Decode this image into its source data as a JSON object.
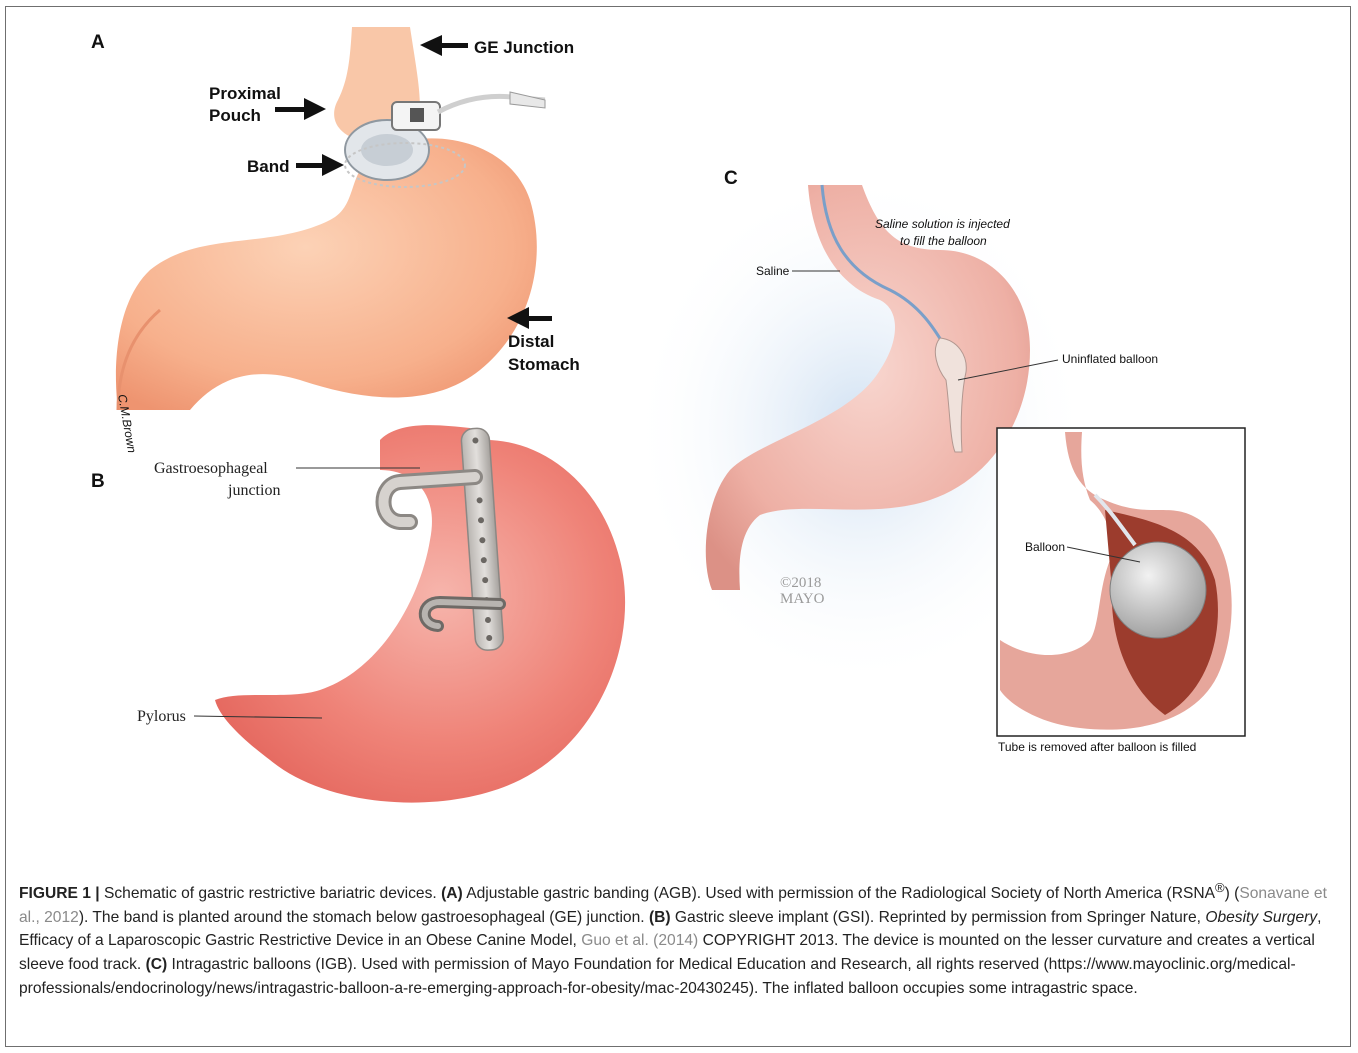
{
  "panels": {
    "a": {
      "letter": "A",
      "ge_junction": "GE Junction",
      "proximal_pouch": [
        "Proximal",
        "Pouch"
      ],
      "band": "Band",
      "distal_stomach": [
        "Distal",
        "Stomach"
      ]
    },
    "b": {
      "letter": "B",
      "gastroesophageal_junction": [
        "Gastroesophageal",
        "junction"
      ],
      "pylorus": "Pylorus"
    },
    "c": {
      "letter": "C",
      "saline_note": [
        "Saline solution is injected",
        "to fill the balloon"
      ],
      "saline": "Saline",
      "uninflated_balloon": "Uninflated balloon",
      "balloon": "Balloon",
      "tube_note": "Tube is removed after balloon is filled",
      "copyright": [
        "©2018",
        "MAYO"
      ]
    }
  },
  "caption": {
    "figure_label": "FIGURE 1 |",
    "intro": " Schematic of gastric restrictive bariatric devices. ",
    "a_label": "(A)",
    "a_text_1": " Adjustable gastric banding (AGB). Used with permission of the Radiological Society of North America (RSNA",
    "a_sup": "®",
    "a_text_2": ") (",
    "a_ref": "Sonavane et al., 2012",
    "a_text_3": "). The band is planted around the stomach below gastroesophageal (GE) junction. ",
    "b_label": "(B)",
    "b_text_1": " Gastric sleeve implant (GSI). Reprinted by permission from Springer Nature, ",
    "b_journal": "Obesity Surgery",
    "b_text_2": ", Efficacy of a Laparoscopic Gastric Restrictive Device in an Obese Canine Model, ",
    "b_ref": "Guo et al. (2014)",
    "b_text_3": " COPYRIGHT 2013. The device is mounted on the lesser curvature and creates a vertical sleeve food track. ",
    "c_label": "(C)",
    "c_text_1": " Intragastric balloons (IGB). Used with permission of Mayo Foundation for Medical Education and Research, all rights reserved (https://www.mayoclinic.org/medical-professionals/endocrinology/news/intragastric-balloon-a-re-emerging-approach-for-obesity/mac-20430245). The inflated balloon occupies some intragastric space."
  }
}
